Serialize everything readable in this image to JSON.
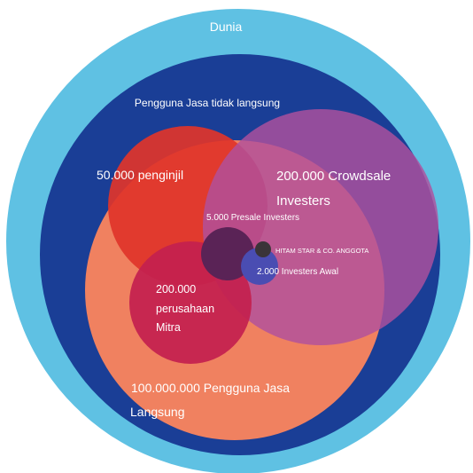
{
  "circles": {
    "world": {
      "label": "Dunia",
      "color": "#5fc1e3"
    },
    "indirect_users": {
      "label": "Pengguna Jasa tidak langsung",
      "color": "#1a3e96"
    },
    "direct_users": {
      "label_line1": "100.000.000 Pengguna Jasa",
      "label_line2": "Langsung",
      "color": "#f08160"
    },
    "evangelists": {
      "label": "50.000 penginjil",
      "color": "#e0342a"
    },
    "crowdsale": {
      "label_line1": "200.000 Crowdsale",
      "label_line2": "Investers",
      "color": "#b0509e"
    },
    "partners": {
      "label_line1": "200.000",
      "label_line2": "perusahaan",
      "label_line3": "Mitra",
      "color": "#c4204f"
    },
    "presale": {
      "label": "5.000 Presale Investers",
      "color": "#5a2356"
    },
    "early_investors": {
      "label": "2.000 Investers Awal",
      "color": "#4a4db2"
    },
    "hitam_star": {
      "label": "HITAM STAR & CO. ANGGOTA",
      "color": "#3a3438"
    }
  }
}
